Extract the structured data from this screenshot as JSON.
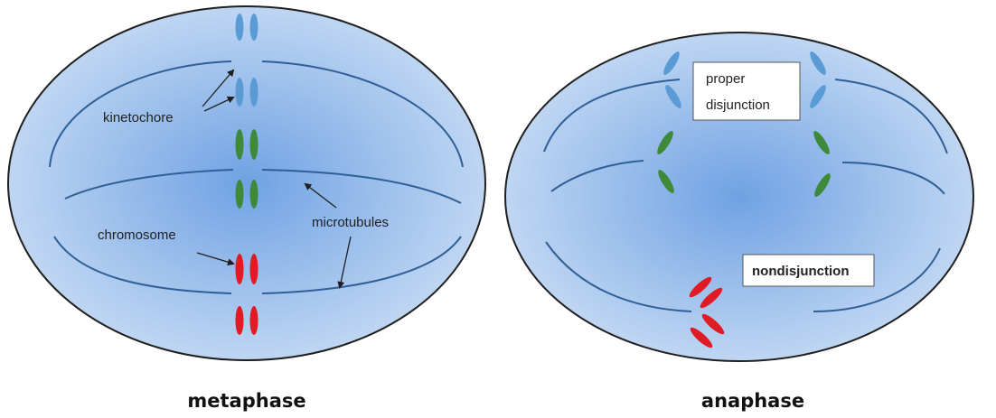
{
  "colors": {
    "cell_fill_center": "#7aa9e6",
    "cell_fill_edge": "#c9dcf3",
    "cell_outline": "#1f1f1f",
    "microtubule": "#2f5f96",
    "chromosome_blue": "#5b9bd5",
    "chromosome_green": "#3f8a3a",
    "chromosome_red": "#e01b24"
  },
  "metaphase": {
    "caption": "metaphase",
    "labels": {
      "kinetochore": "kinetochore",
      "chromosome": "chromosome",
      "microtubules": "microtubules"
    }
  },
  "anaphase": {
    "caption": "anaphase",
    "labels": {
      "proper_line1": "proper",
      "proper_line2": "disjunction",
      "nondisjunction": "nondisjunction"
    }
  },
  "icons": [
    "arrow-icon"
  ]
}
